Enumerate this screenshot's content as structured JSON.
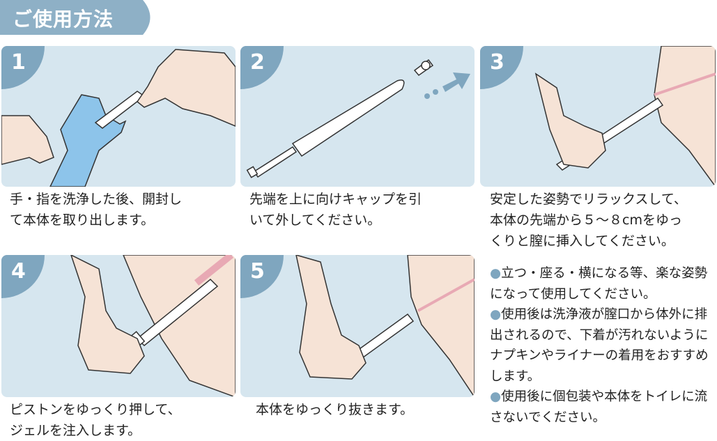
{
  "title": "ご使用方法",
  "steps": [
    {
      "num": "1",
      "caption": "手・指を洗浄した後、開封し\nて本体を取り出します。"
    },
    {
      "num": "2",
      "caption": "先端を上に向けキャップを引\nいて外してください。"
    },
    {
      "num": "3",
      "caption": "安定した姿勢でリラックスして、\n本体の先端から５～８cmをゆっ\nくりと膣に挿入してください。"
    },
    {
      "num": "4",
      "caption": "ピストンをゆっくり押して、\nジェルを注入します。"
    },
    {
      "num": "5",
      "caption": "本体をゆっくり抜きます。"
    }
  ],
  "notes": [
    {
      "bullet": "●",
      "text": "立つ・座る・横になる等、楽な姿勢になって使用してください。"
    },
    {
      "bullet": "●",
      "text": "使用後は洗浄液が膣口から体外に排出されるので、下着が汚れないようにナプキンやライナーの着用をおすすめします。"
    },
    {
      "bullet": "●",
      "text": "使用後に個包装や本体をトイレに流さないでください。"
    }
  ],
  "colors": {
    "panel_bg": "#d6e6ef",
    "badge": "#7fa6bf",
    "title_tab": "#8eb0c6",
    "skin": "#f6e3d6",
    "wrapper": "#8dc4ea",
    "pink": "#e8a9b4"
  }
}
